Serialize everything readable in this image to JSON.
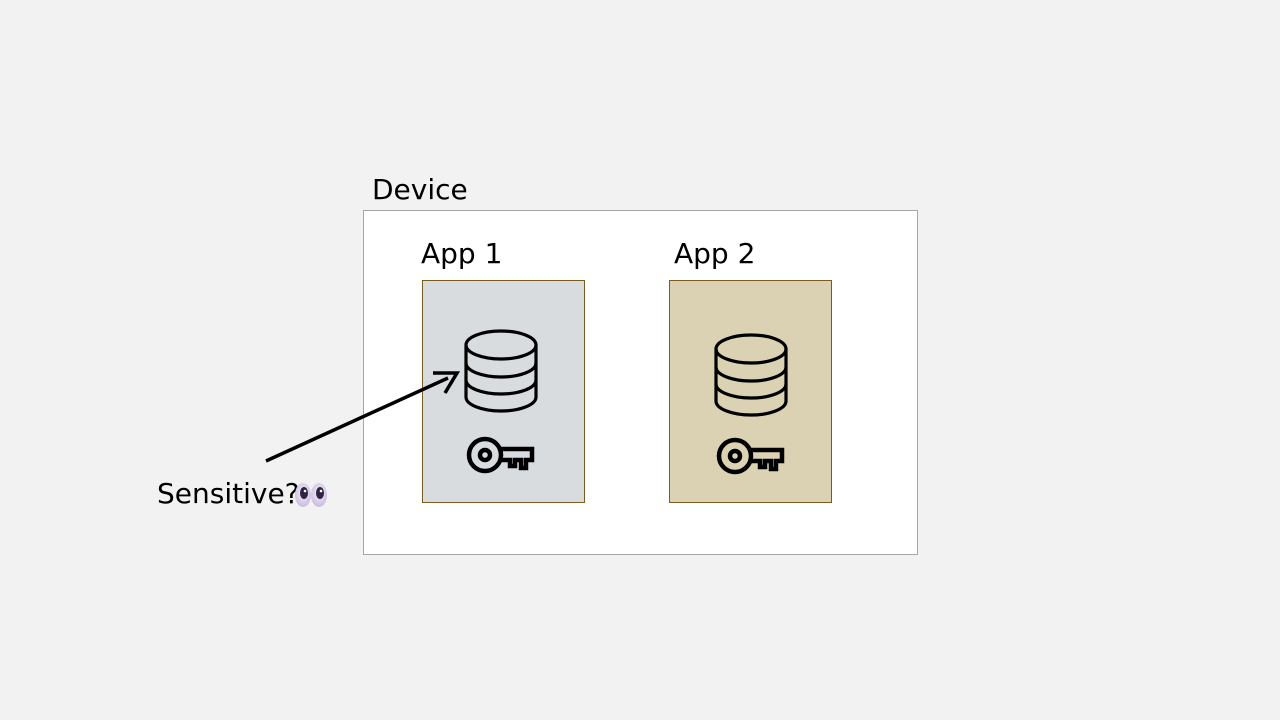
{
  "device": {
    "title": "Device"
  },
  "apps": [
    {
      "title": "App 1",
      "fill": "#d8dcdf"
    },
    {
      "title": "App 2",
      "fill": "#dad2b2"
    }
  ],
  "annotation": {
    "text": "Sensitive?",
    "emoji": "eyes-icon"
  },
  "colors": {
    "background": "#f2f2f2",
    "device_fill": "#ffffff",
    "device_border": "#a6a6a6",
    "app_border": "#7a5c1e",
    "icon_stroke": "#000000"
  }
}
